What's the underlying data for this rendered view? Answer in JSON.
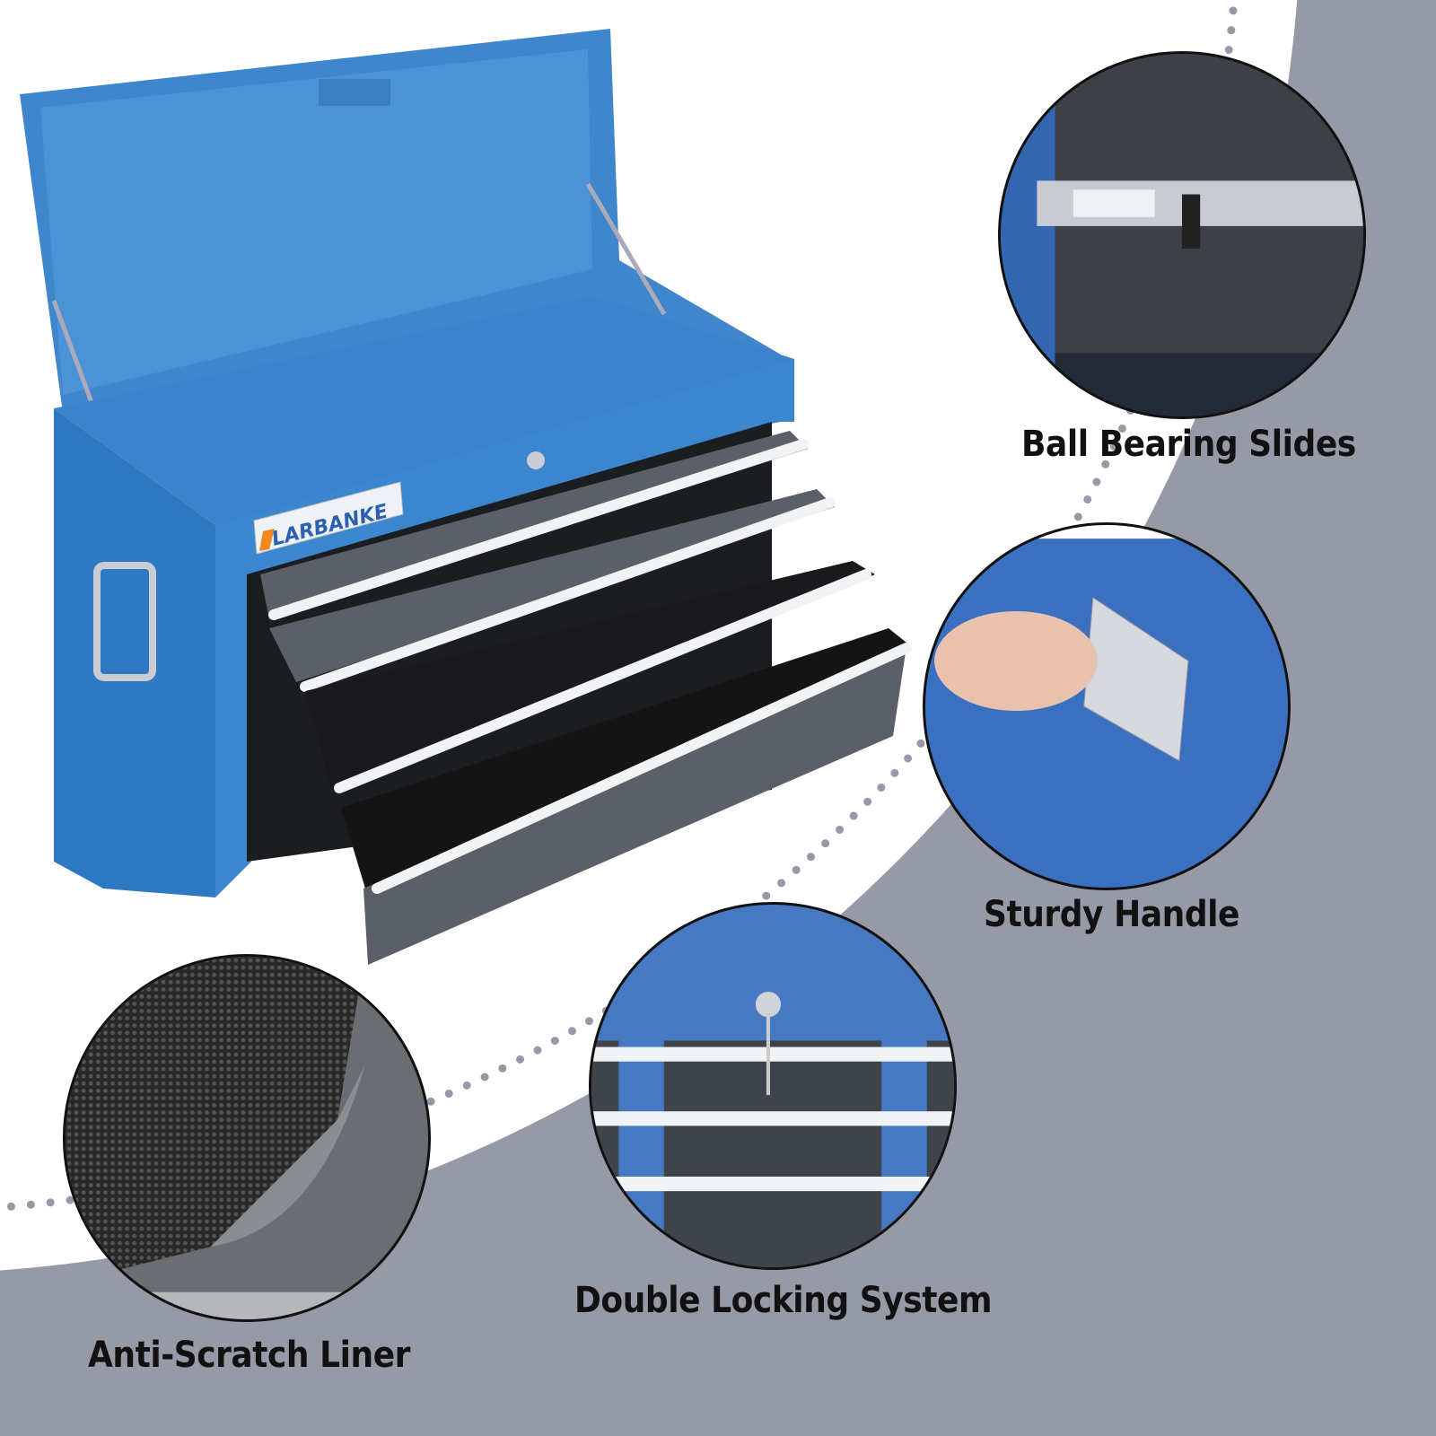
{
  "brand": "LARBANKE",
  "features": [
    {
      "label": "Ball Bearing Slides"
    },
    {
      "label": "Sturdy Handle"
    },
    {
      "label": "Double Locking System"
    },
    {
      "label": "Anti-Scratch Liner"
    }
  ],
  "colors": {
    "background_gray": "#9699a6",
    "box_blue": "#3a86cf",
    "drawer_gray": "#5b6068"
  }
}
